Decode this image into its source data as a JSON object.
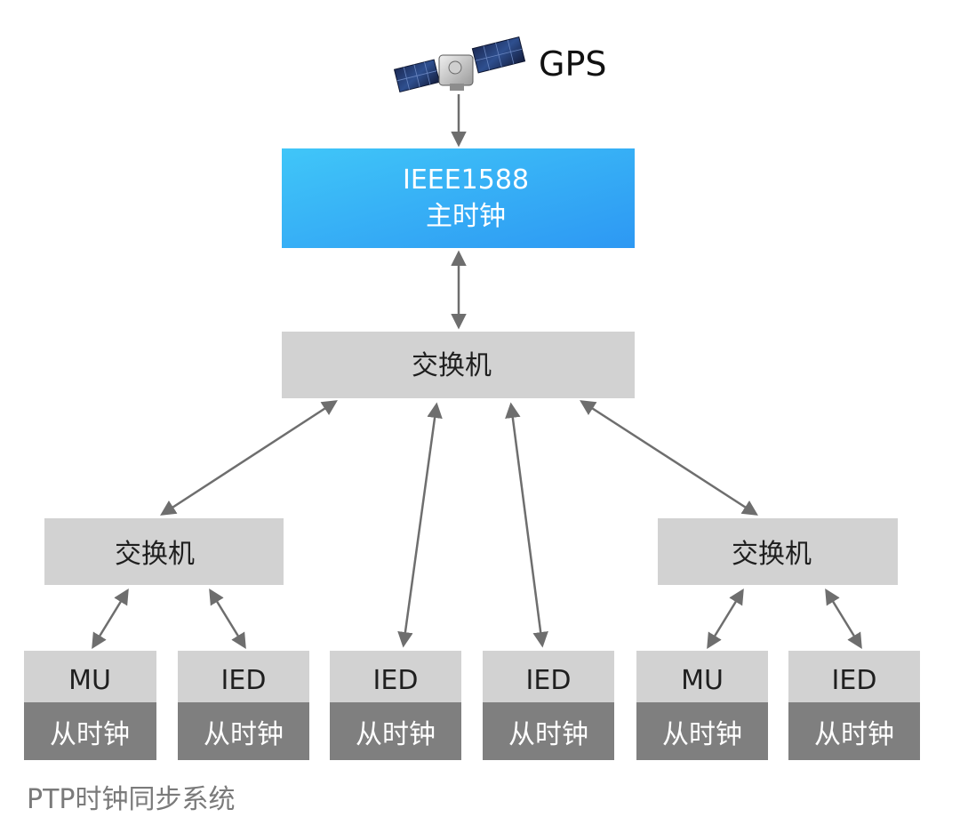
{
  "gps_label": "GPS",
  "master": {
    "line1": "IEEE1588",
    "line2": "主时钟"
  },
  "core_switch": "交换机",
  "left_switch": "交换机",
  "right_switch": "交换机",
  "devices": [
    {
      "top": "MU",
      "bottom": "从时钟"
    },
    {
      "top": "IED",
      "bottom": "从时钟"
    },
    {
      "top": "IED",
      "bottom": "从时钟"
    },
    {
      "top": "IED",
      "bottom": "从时钟"
    },
    {
      "top": "MU",
      "bottom": "从时钟"
    },
    {
      "top": "IED",
      "bottom": "从时钟"
    }
  ],
  "caption": "PTP时钟同步系统",
  "colors": {
    "master_gradient_start": "#3ec3f7",
    "master_gradient_end": "#2f9cf4",
    "switch_fill": "#d2d2d2",
    "device_top_fill": "#d2d2d2",
    "device_bottom_fill": "#7f7f7f",
    "arrow": "#6e6e6e"
  }
}
